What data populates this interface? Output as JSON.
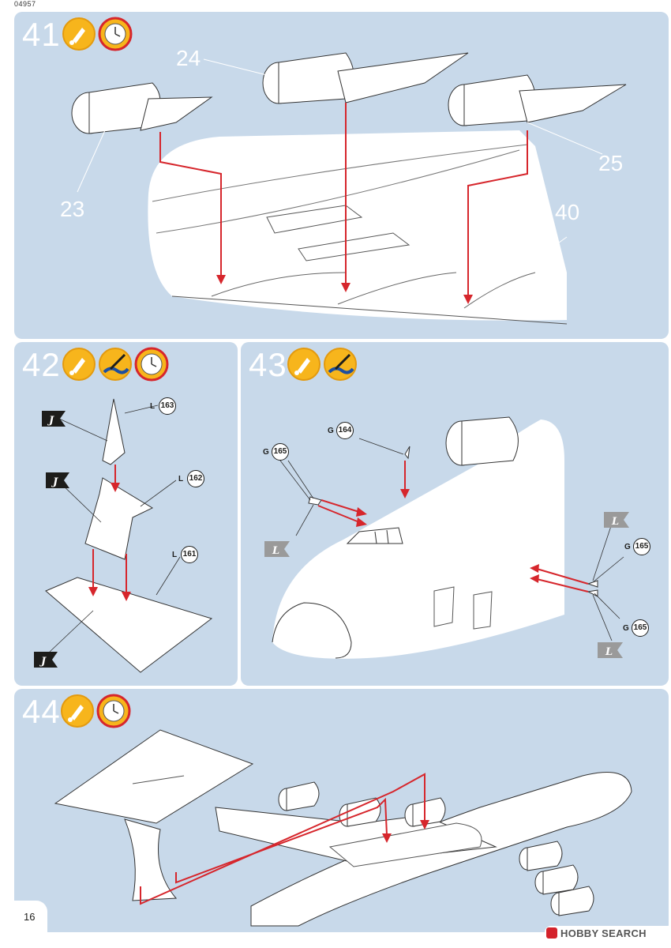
{
  "document": {
    "code": "04957",
    "page_number": "16",
    "watermark": "HOBBY SEARCH"
  },
  "steps": [
    {
      "number": "41",
      "icons": [
        "glue-icon",
        "drying-time-icon"
      ],
      "part_labels": [
        "24",
        "23",
        "25",
        "40"
      ]
    },
    {
      "number": "42",
      "icons": [
        "glue-icon",
        "paint-icon",
        "drying-time-icon"
      ],
      "callouts": [
        {
          "sprue": "L",
          "part": "163"
        },
        {
          "sprue": "L",
          "part": "162"
        },
        {
          "sprue": "L",
          "part": "161"
        }
      ]
    },
    {
      "number": "43",
      "icons": [
        "glue-icon",
        "paint-icon"
      ],
      "callouts": [
        {
          "sprue": "G",
          "part": "164"
        },
        {
          "sprue": "G",
          "part": "165"
        },
        {
          "sprue": "G",
          "part": "165"
        },
        {
          "sprue": "G",
          "part": "165"
        }
      ]
    },
    {
      "number": "44",
      "icons": [
        "glue-icon",
        "drying-time-icon"
      ]
    }
  ],
  "colors": {
    "panel_bg": "#c8d9ea",
    "icon_yellow": "#f7b51c",
    "arrow_red": "#d6262c",
    "flag_black": "#1d1d1b",
    "flag_grey": "#9a9a9a"
  },
  "flag_letters": {
    "black": "J",
    "grey": "L"
  }
}
